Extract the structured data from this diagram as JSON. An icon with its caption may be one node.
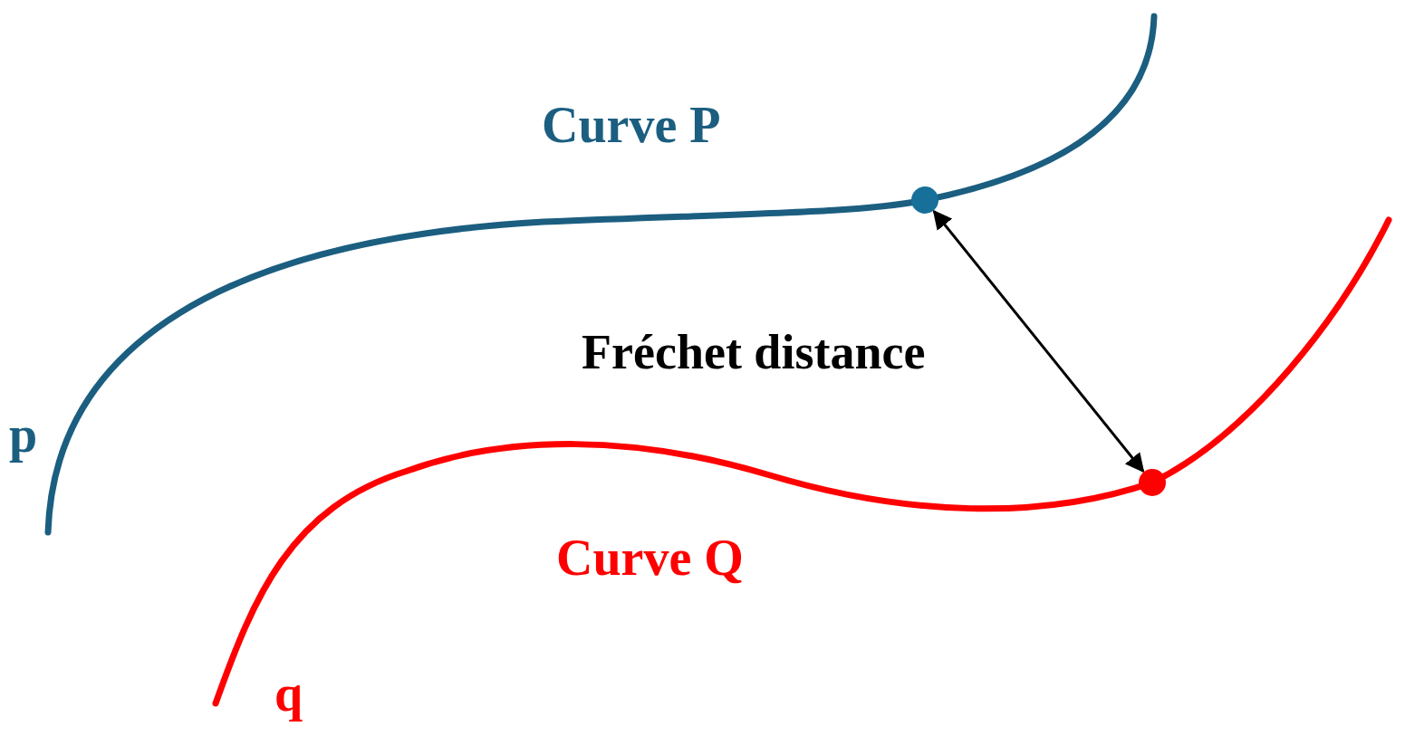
{
  "diagram": {
    "nodes": [
      {
        "text": [],
        "shape": "circle"
      },
      {
        "text": [],
        "shape": "circle"
      }
    ],
    "edges": [
      {
        "from": 0,
        "to": 1,
        "arrow": "both",
        "label": "Fréchet distance"
      }
    ],
    "labels": [
      "Curve P",
      "p",
      "Curve Q",
      "q"
    ]
  }
}
